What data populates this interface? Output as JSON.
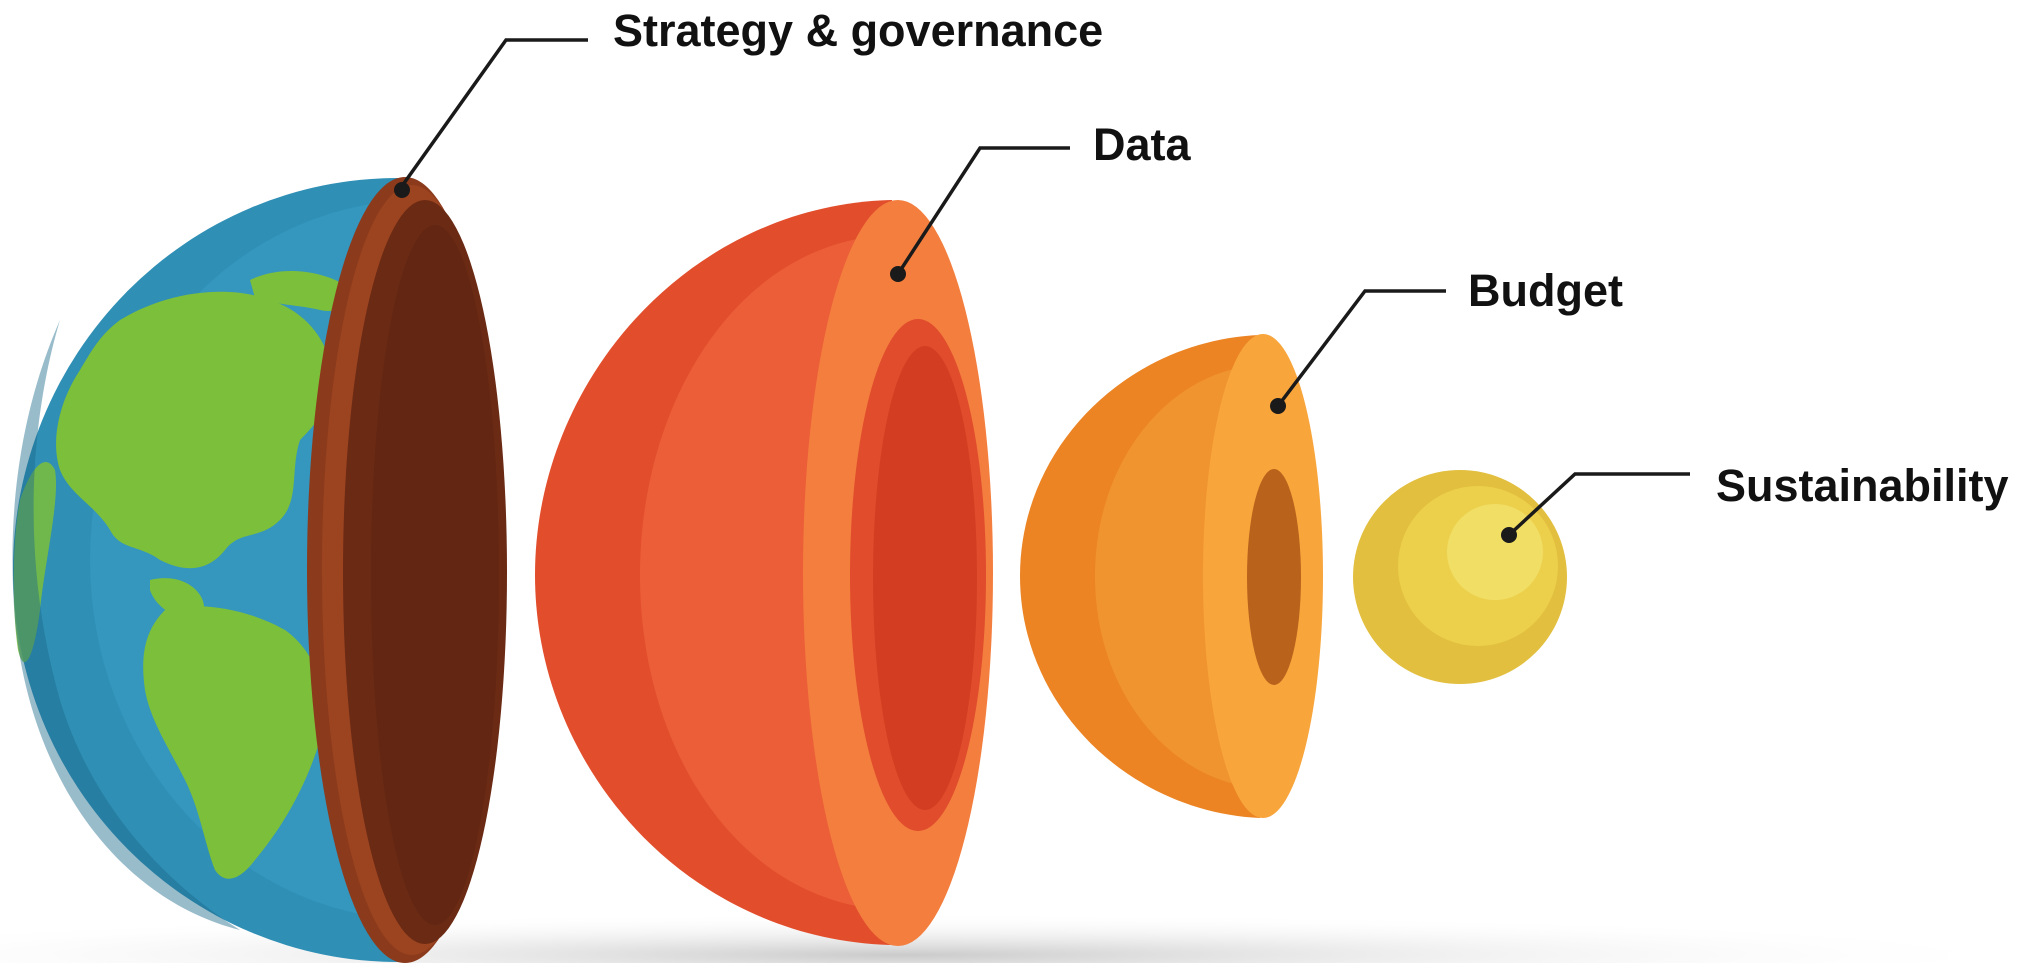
{
  "layers": [
    {
      "name": "strategy",
      "label": "Strategy & governance",
      "color": "#7a2e16"
    },
    {
      "name": "data",
      "label": "Data",
      "color": "#ec5f37"
    },
    {
      "name": "budget",
      "label": "Budget",
      "color": "#f3962f"
    },
    {
      "name": "sustainability",
      "label": "Sustainability",
      "color": "#ecd04c"
    }
  ],
  "colors": {
    "ocean": "#2f8fb5",
    "land": "#7cbf3a",
    "leader_line": "#1a1a1a"
  }
}
